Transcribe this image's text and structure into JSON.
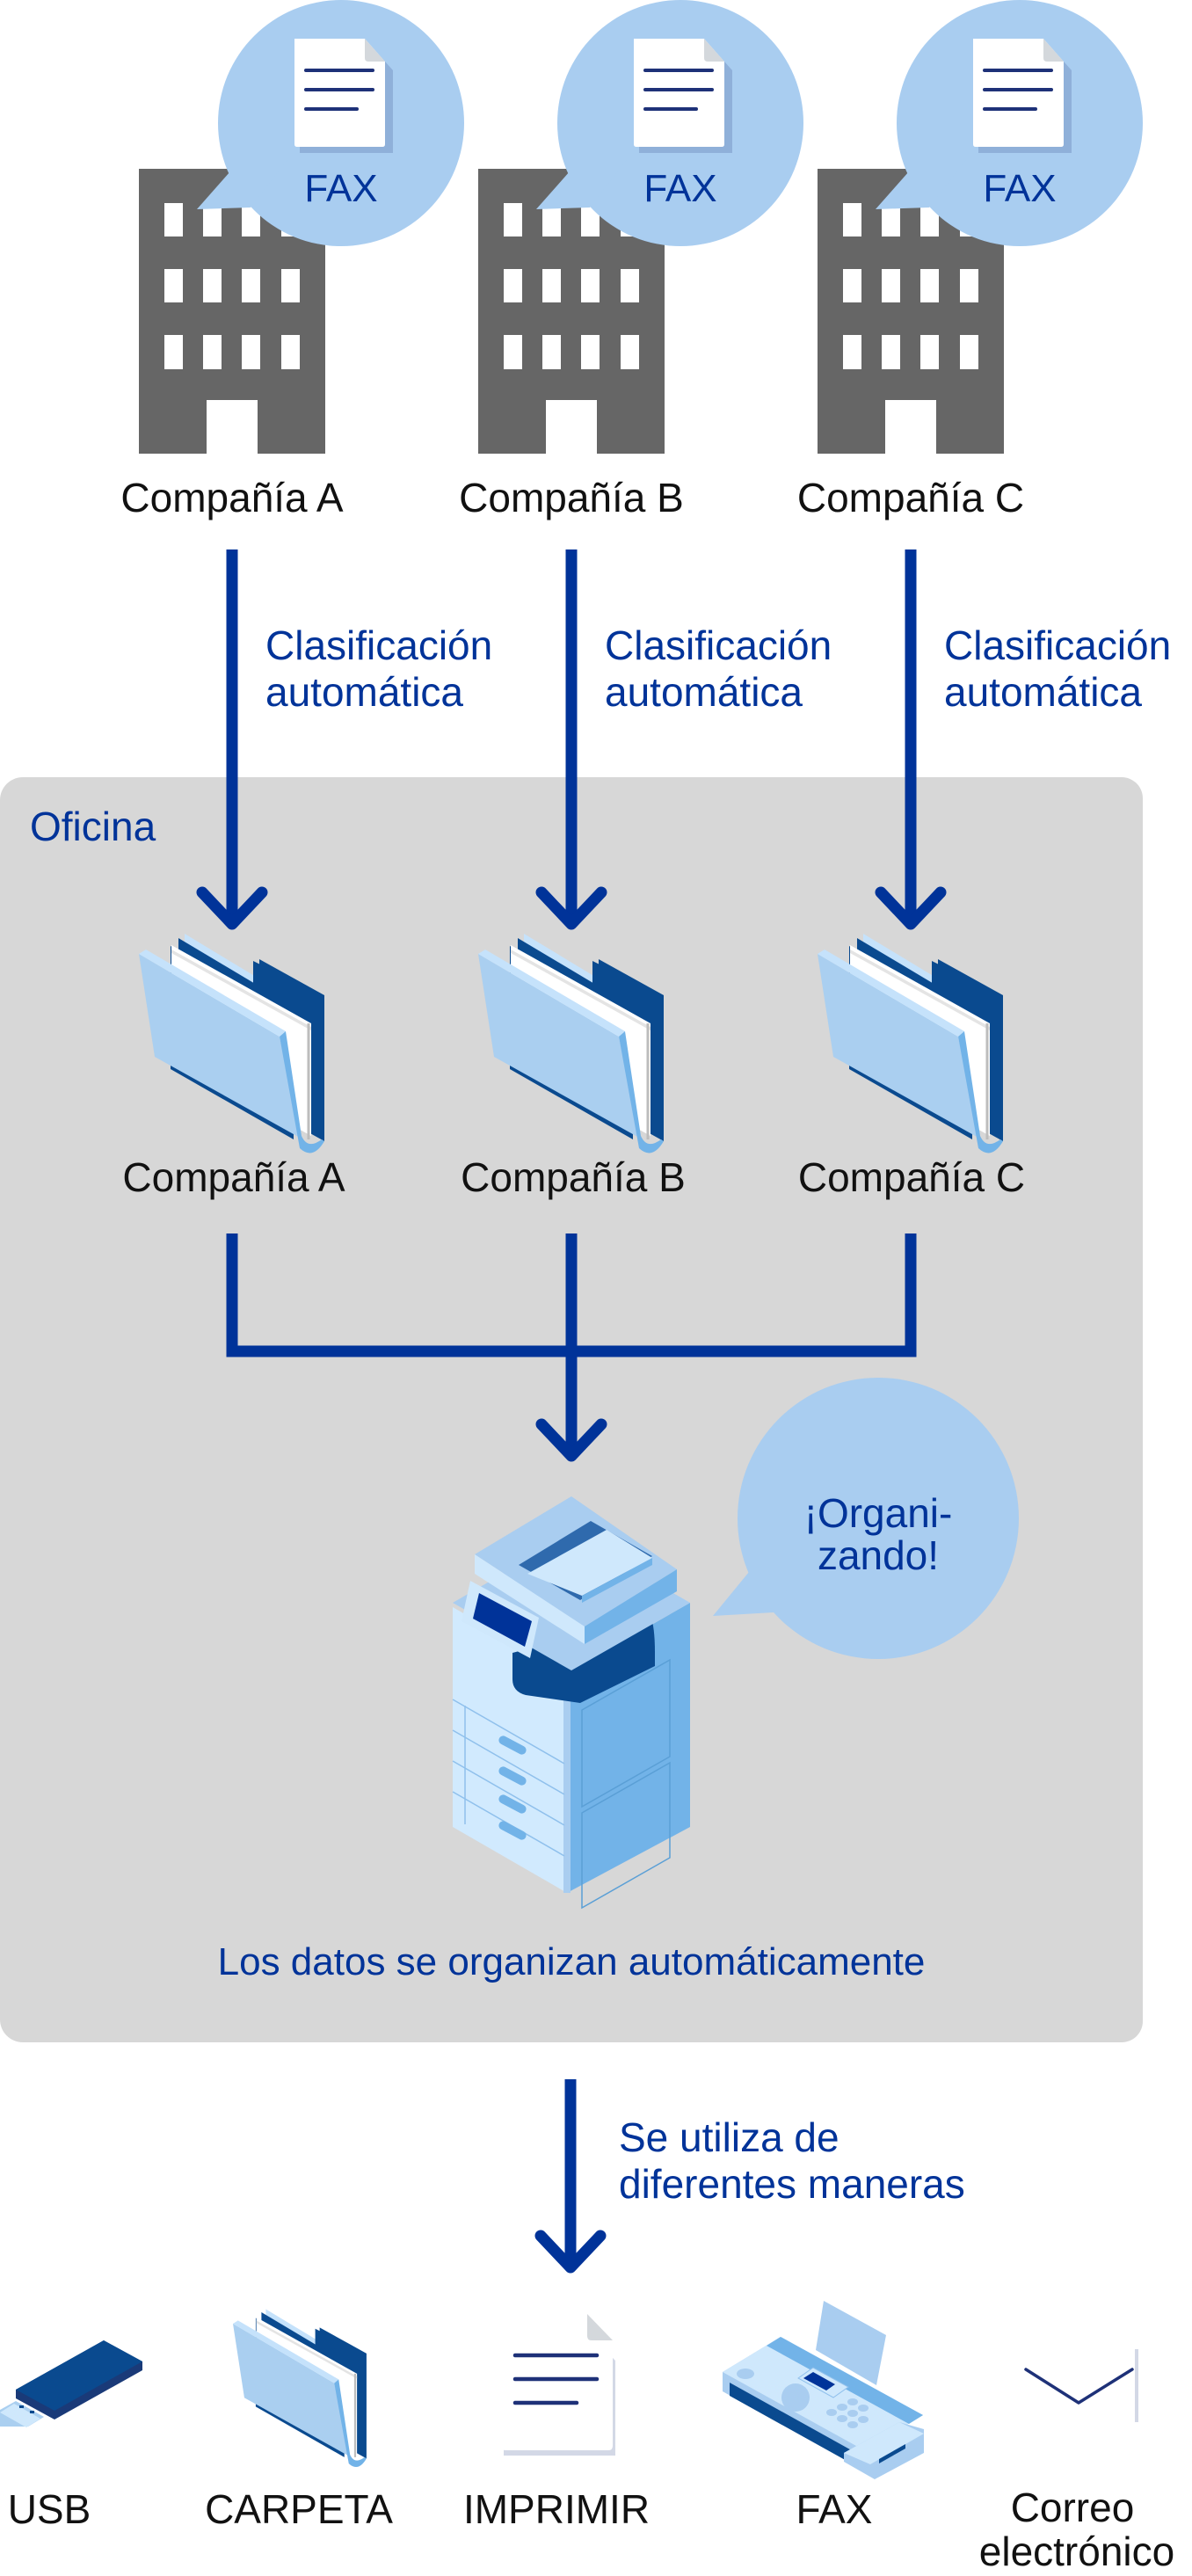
{
  "colors": {
    "accent_blue": "#003399",
    "bubble_blue": "#a9cdf0",
    "building_gray": "#666666",
    "office_bg": "#d7d7d7",
    "doc_line": "#1e3178",
    "folder_light": "#aacff0",
    "folder_dark": "#0a4a8f",
    "text_black": "#111111"
  },
  "companies": [
    {
      "name": "Compañía A",
      "bubble_label": "FAX",
      "arrow_label_1": "Clasificación",
      "arrow_label_2": "automática",
      "folder_label": "Compañía A"
    },
    {
      "name": "Compañía B",
      "bubble_label": "FAX",
      "arrow_label_1": "Clasificación",
      "arrow_label_2": "automática",
      "folder_label": "Compañía B"
    },
    {
      "name": "Compañía C",
      "bubble_label": "FAX",
      "arrow_label_1": "Clasificación",
      "arrow_label_2": "automática",
      "folder_label": "Compañía C"
    }
  ],
  "office": {
    "title": "Oficina",
    "printer_bubble_line1": "¡Organi-",
    "printer_bubble_line2": "zando!",
    "caption": "Los datos se organizan automáticamente"
  },
  "usage": {
    "arrow_label_1": "Se utiliza de",
    "arrow_label_2": "diferentes maneras",
    "outputs": [
      {
        "icon": "usb-drive-icon",
        "label": "USB"
      },
      {
        "icon": "folder-icon",
        "label": "CARPETA"
      },
      {
        "icon": "document-icon",
        "label": "IMPRIMIR"
      },
      {
        "icon": "fax-machine-icon",
        "label": "FAX"
      },
      {
        "icon": "envelope-icon",
        "label_1": "Correo",
        "label_2": "electrónico"
      }
    ]
  }
}
